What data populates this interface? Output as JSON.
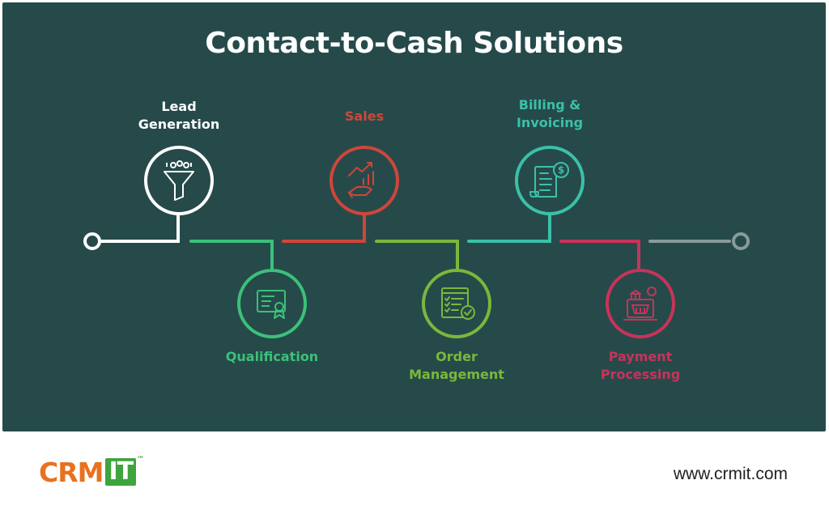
{
  "title": "Contact-to-Cash Solutions",
  "steps": [
    {
      "label": "Lead\nGeneration",
      "color": "#ffffff",
      "icon": "funnel-icon"
    },
    {
      "label": "Qualification",
      "color": "#3cc07a",
      "icon": "certificate-icon"
    },
    {
      "label": "Sales",
      "color": "#d0453a",
      "icon": "sales-growth-icon"
    },
    {
      "label": "Order\nManagement",
      "color": "#7ab83b",
      "icon": "checklist-icon"
    },
    {
      "label": "Billing &\nInvoicing",
      "color": "#3cc0a8",
      "icon": "invoice-icon"
    },
    {
      "label": "Payment\nProcessing",
      "color": "#c8335a",
      "icon": "payment-icon"
    }
  ],
  "footer": {
    "logo_crm": "CRM",
    "logo_it": "IT",
    "logo_tm": "™",
    "url": "www.crmit.com"
  }
}
